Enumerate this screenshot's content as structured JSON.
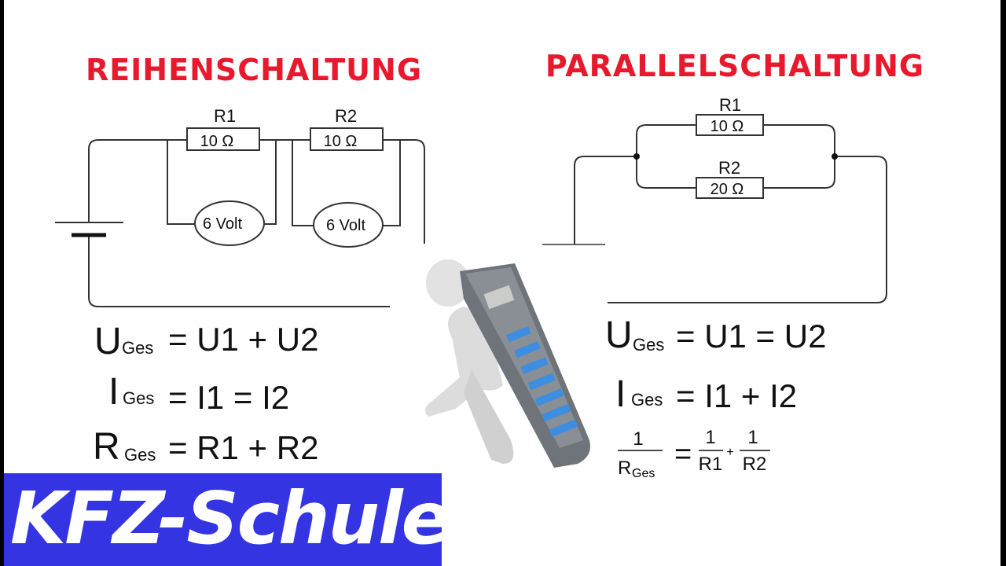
{
  "series": {
    "title": "REIHENSCHALTUNG",
    "r1_label": "R1",
    "r1_value": "10 Ω",
    "r2_label": "R2",
    "r2_value": "10 Ω",
    "v1": "6 Volt",
    "v2": "6 Volt",
    "f1_main": "U",
    "f1_sub": "Ges",
    "f1_rhs": "= U1 + U2",
    "f2_main": "I",
    "f2_sub": "Ges",
    "f2_rhs": "= I1 = I2",
    "f3_main": "R",
    "f3_sub": "Ges",
    "f3_rhs": "= R1 + R2"
  },
  "parallel": {
    "title": "PARALLELSCHALTUNG",
    "r1_label": "R1",
    "r1_value": "10 Ω",
    "r2_label": "R2",
    "r2_value": "20 Ω",
    "f1_main": "U",
    "f1_sub": "Ges",
    "f1_rhs": "= U1 = U2",
    "f2_main": "I",
    "f2_sub": "Ges",
    "f2_rhs": "= I1 + I2",
    "f3_num": "1",
    "f3_den_main": "R",
    "f3_den_sub": "Ges",
    "f3_eq": "=",
    "f3_a_num": "1",
    "f3_a_den": "R1",
    "f3_plus": "+",
    "f3_b_num": "1",
    "f3_b_den": "R2"
  },
  "banner": {
    "text": "KFZ-Schule",
    "color": "#3434e2"
  },
  "colors": {
    "title": "#e8192c",
    "calculator_keys": "#3d8de0"
  }
}
